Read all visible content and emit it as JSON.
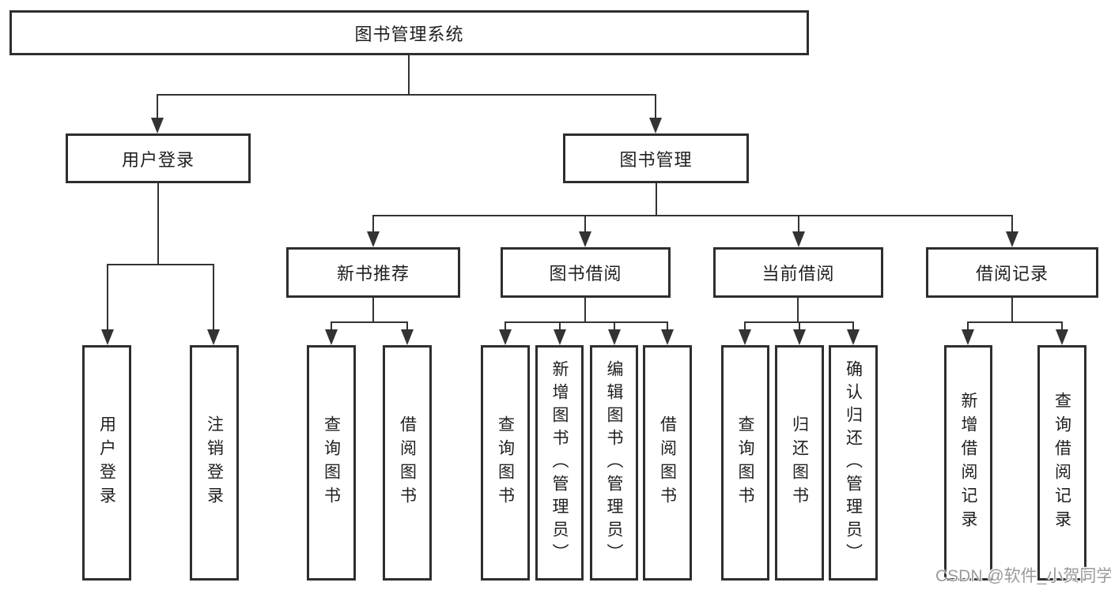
{
  "tree": {
    "label": "图书管理系统",
    "children": [
      {
        "label": "用户登录",
        "children": [
          {
            "label": "用户登录"
          },
          {
            "label": "注销登录"
          }
        ]
      },
      {
        "label": "图书管理",
        "children": [
          {
            "label": "新书推荐",
            "children": [
              {
                "label": "查询图书"
              },
              {
                "label": "借阅图书"
              }
            ]
          },
          {
            "label": "图书借阅",
            "children": [
              {
                "label": "查询图书"
              },
              {
                "label": "新增图书（管理员）"
              },
              {
                "label": "编辑图书（管理员）"
              },
              {
                "label": "借阅图书"
              }
            ]
          },
          {
            "label": "当前借阅",
            "children": [
              {
                "label": "查询图书"
              },
              {
                "label": "归还图书"
              },
              {
                "label": "确认归还（管理员）"
              }
            ]
          },
          {
            "label": "借阅记录",
            "children": [
              {
                "label": "新增借阅记录"
              },
              {
                "label": "查询借阅记录"
              }
            ]
          }
        ]
      }
    ]
  },
  "watermark": {
    "text": "CSDN @软件_小贺同学"
  },
  "colors": {
    "line": "#333333",
    "box_border": "#2e2e2e",
    "text": "#1f1f1f",
    "watermark": "#9a9a9a",
    "background": "#ffffff"
  }
}
